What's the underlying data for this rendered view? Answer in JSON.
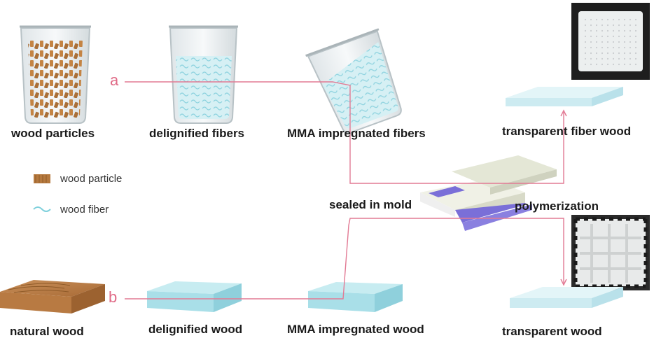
{
  "labels": {
    "wood_particles": "wood particles",
    "delignified_fibers": "delignified fibers",
    "mma_impregnated_fibers": "MMA impregnated fibers",
    "transparent_fiber_wood": "transparent fiber wood",
    "sealed_in_mold": "sealed in mold",
    "polymerization": "polymerization",
    "natural_wood": "natural wood",
    "delignified_wood": "delignified wood",
    "mma_impregnated_wood": "MMA impregnated wood",
    "transparent_wood": "transparent wood"
  },
  "legend": {
    "wood_particle": "wood particle",
    "wood_fiber": "wood fiber"
  },
  "path_letters": {
    "a": "a",
    "b": "b"
  },
  "colors": {
    "path_line": "#e27a94",
    "wood_particle": "#b5793e",
    "fiber": "#8fd3df",
    "slab_top": "#dff3f7",
    "slab_side": "#c6e8ef",
    "mold_top": "#e4e7d6",
    "mold_accent": "#7a6fd8"
  }
}
